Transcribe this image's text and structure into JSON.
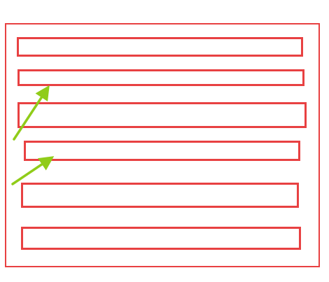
{
  "colors": {
    "frame": "#e84142",
    "arrow": "#90cc19",
    "background": "#ffffff"
  },
  "diagram": {
    "outer_frame": "rectangle",
    "inner_boxes": [
      "rectangle",
      "rectangle",
      "rectangle",
      "rectangle",
      "rectangle",
      "rectangle"
    ],
    "arrows": [
      {
        "from": "outside-left",
        "to": "box-2"
      },
      {
        "from": "outside-left",
        "to": "box-4"
      }
    ]
  }
}
